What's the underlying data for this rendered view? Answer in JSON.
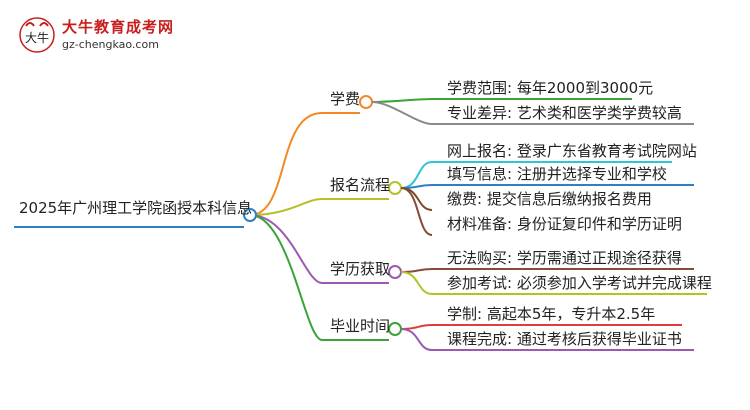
{
  "logo": {
    "site_name": "大牛教育成考网",
    "url": "gz-chengkao.com",
    "mark_text": "大牛"
  },
  "root": {
    "label": "2025年广州理工学院函授本科信息",
    "color": "#2f7fc8"
  },
  "branches": [
    {
      "label": "学费",
      "color": "#f28a24",
      "items": [
        {
          "text": "学费范围: 每年2000到3000元",
          "color": "#3aa33a"
        },
        {
          "text": "专业差异: 艺术类和医学类学费较高",
          "color": "#8a8a8a"
        }
      ]
    },
    {
      "label": "报名流程",
      "color": "#b5c227",
      "items": [
        {
          "text": "网上报名: 登录广东省教育考试院网站",
          "color": "#2fc4d6"
        },
        {
          "text": "填写信息: 注册并选择专业和学校",
          "color": "#2f7fc8"
        },
        {
          "text": "缴费: 提交信息后缴纳报名费用",
          "color": "#7a4a2a"
        },
        {
          "text": "材料准备: 身份证复印件和学历证明",
          "color": "#8a4a3a"
        }
      ]
    },
    {
      "label": "学历获取",
      "color": "#9a5ab0",
      "items": [
        {
          "text": "无法购买: 学历需通过正规途径获得",
          "color": "#8a4a3a"
        },
        {
          "text": "参加考试: 必须参加入学考试并完成课程",
          "color": "#b5c227"
        }
      ]
    },
    {
      "label": "毕业时间",
      "color": "#3aa33a",
      "items": [
        {
          "text": "学制: 高起本5年，专升本2.5年",
          "color": "#e03c3c"
        },
        {
          "text": "课程完成: 通过考核后获得毕业证书",
          "color": "#9a5ab0"
        }
      ]
    }
  ]
}
